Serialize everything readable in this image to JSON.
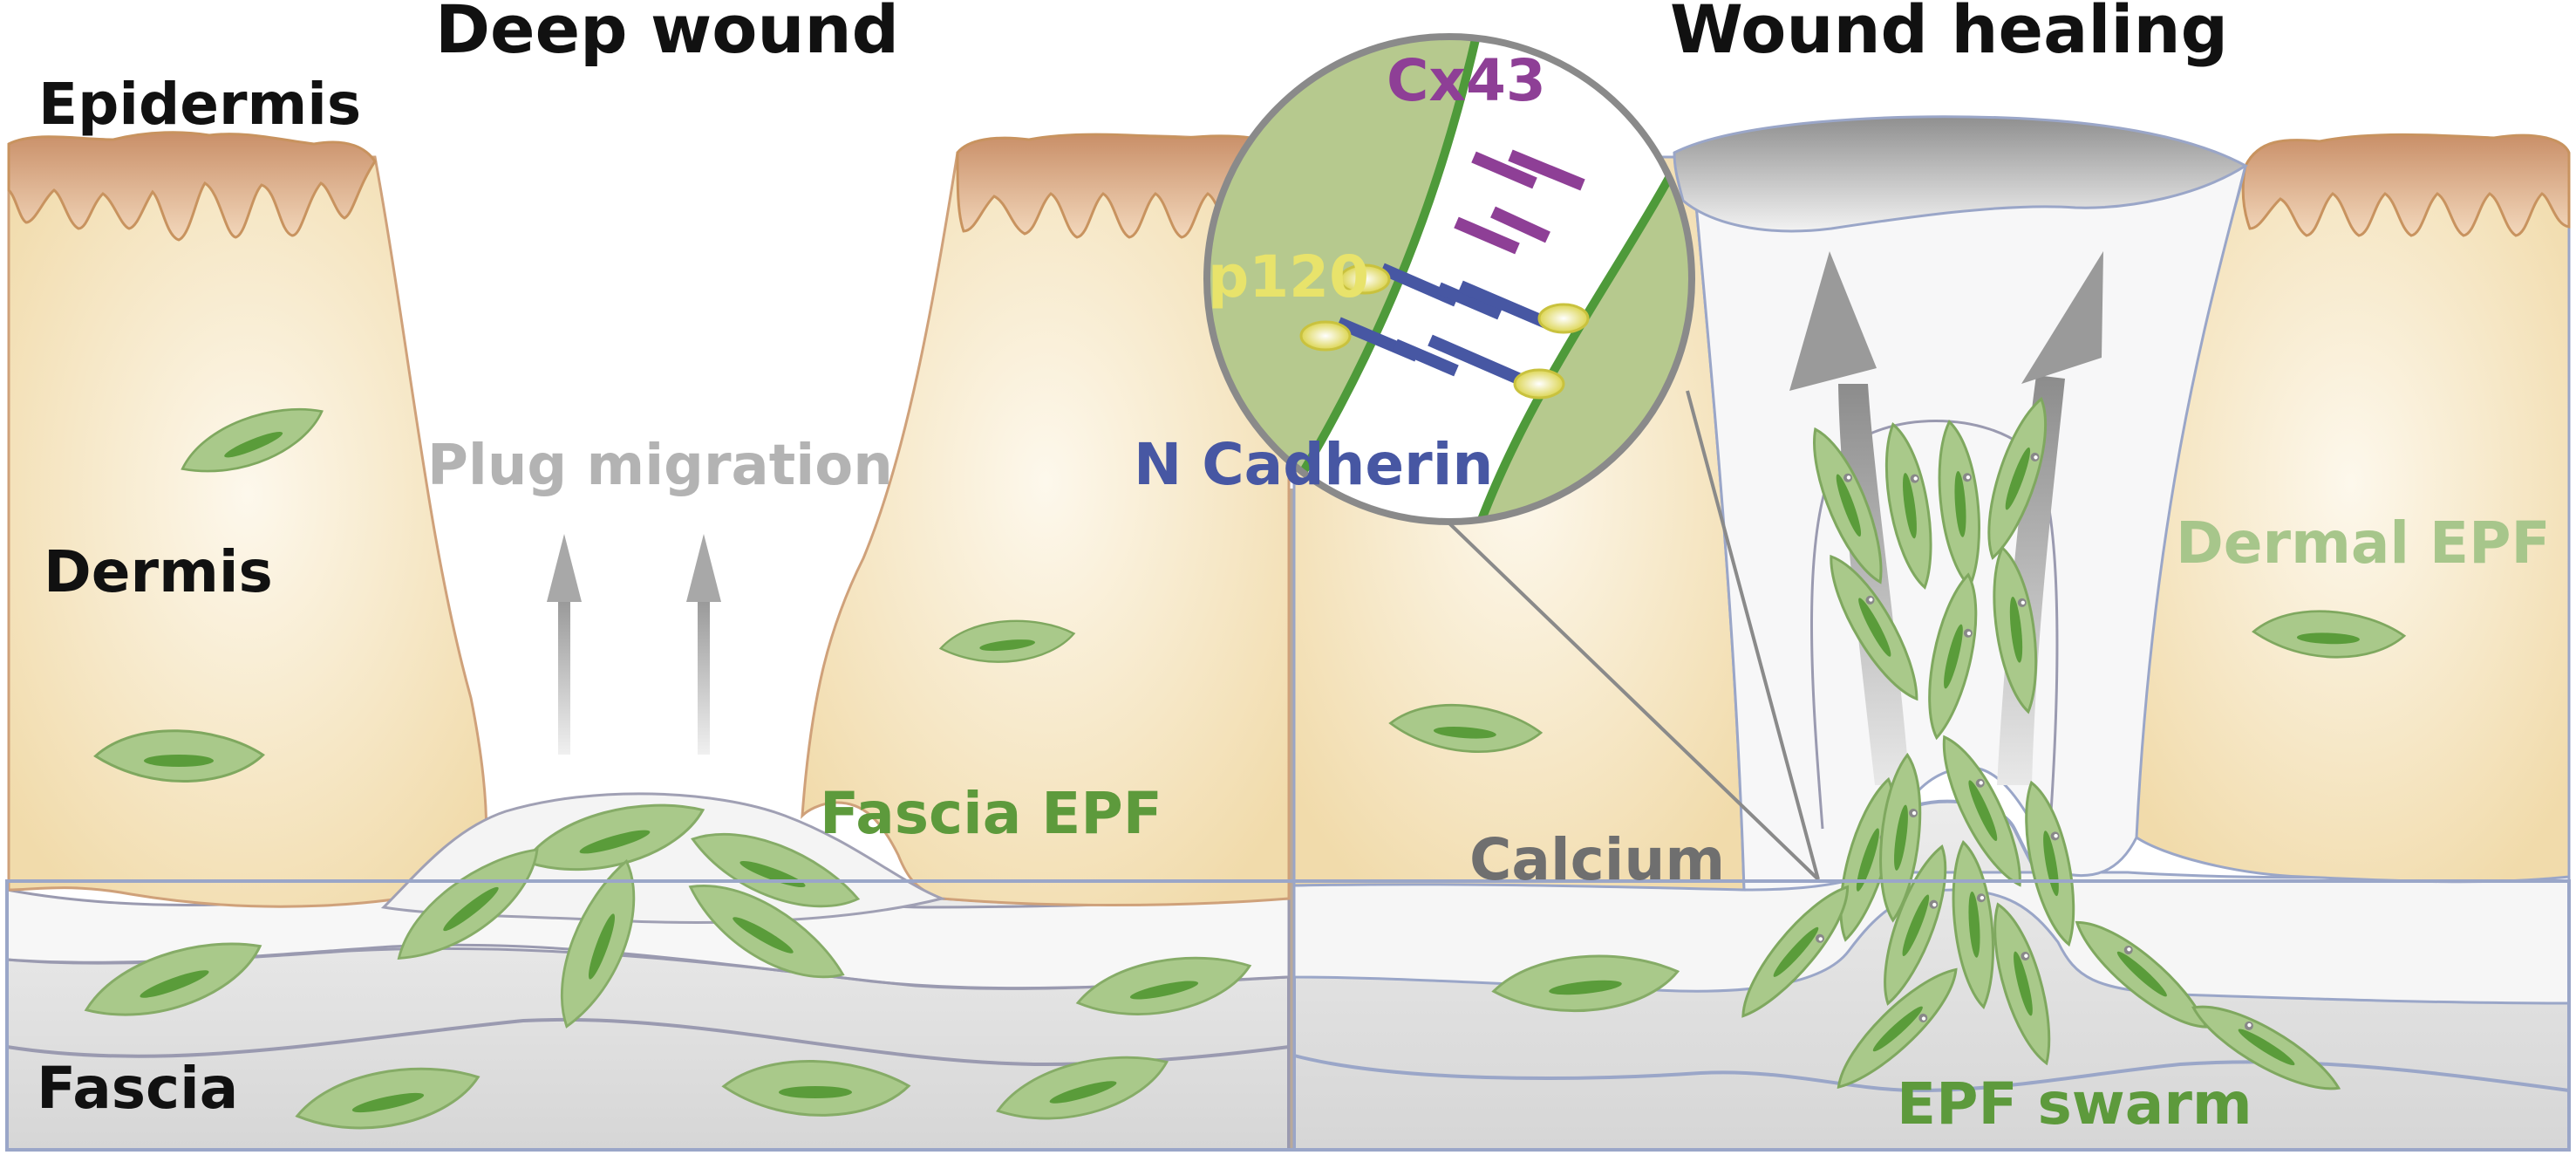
{
  "panels": {
    "left_title": "Deep wound",
    "right_title": "Wound healing"
  },
  "labels": {
    "epidermis": "Epidermis",
    "dermis": "Dermis",
    "fascia": "Fascia",
    "plug_migration": "Plug migration",
    "fascia_epf": "Fascia EPF",
    "cx43": "Cx43",
    "p120": "p120",
    "n_cadherin": "N Cadherin",
    "calcium": "Calcium",
    "dermal_epf": "Dermal EPF",
    "epf_swarm": "EPF swarm"
  },
  "colors": {
    "dermis_fill": "#f3deb0",
    "epidermis_fill": "#d9a57f",
    "cell_fill": "#a9c98a",
    "cell_nucleus": "#5a9c3a",
    "membrane_green": "#4e9a3a",
    "cx43_purple": "#8e3f96",
    "ncad_blue": "#4757a3",
    "p120_yellow": "#e8e36b",
    "fascia_epf_text": "#5d9a3c",
    "dermal_epf_text": "#a7c68b",
    "plug_text": "#b3b3b3",
    "calcium_text": "#6f6f6f"
  }
}
